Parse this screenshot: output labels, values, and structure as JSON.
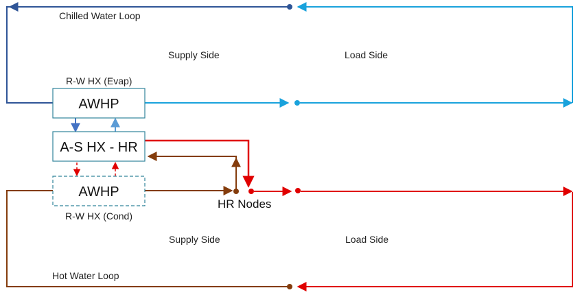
{
  "labels": {
    "chilled_loop": "Chilled Water Loop",
    "hot_loop": "Hot Water Loop",
    "supply_top": "Supply Side",
    "load_top": "Load Side",
    "supply_bottom": "Supply Side",
    "load_bottom": "Load Side",
    "evap": "R-W HX (Evap)",
    "cond": "R-W HX (Cond)",
    "hr_nodes": "HR Nodes"
  },
  "boxes": {
    "awhp_top": "AWHP",
    "ashx": "A-S HX - HR",
    "awhp_bottom": "AWHP"
  },
  "colors": {
    "chilled_dark": "#2F5597",
    "chilled_light": "#19A2DC",
    "hx_link_dark": "#4472C4",
    "hx_link_light": "#5B9BD5",
    "hot_brown": "#843C0C",
    "hot_red": "#E00000",
    "box_border": "#31849B"
  }
}
